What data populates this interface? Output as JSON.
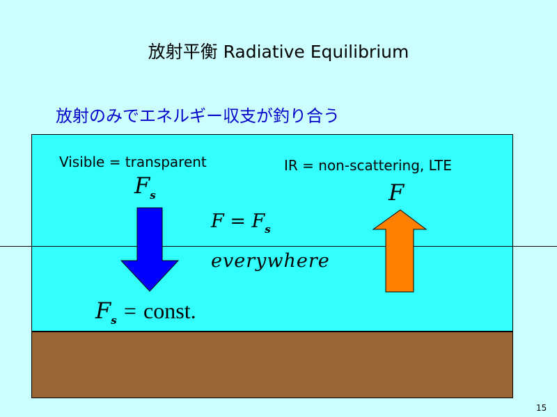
{
  "title": "放射平衡 Radiative Equilibrium",
  "subtitle": "放射のみでエネルギー収支が釣り合う",
  "labels": {
    "visible": "Visible = transparent",
    "ir": "IR = non-scattering, LTE"
  },
  "math": {
    "fs_symbol": "F",
    "fs_subscript": "s",
    "f_symbol": "F",
    "equation_lhs": "F",
    "equation_eq": "=",
    "equation_rhs": "F",
    "equation_rhs_sub": "s",
    "everywhere": "everywhere",
    "surface_lhs": "F",
    "surface_lhs_sub": "s",
    "surface_eq": "=",
    "surface_rhs": "const."
  },
  "colors": {
    "background": "#ccffff",
    "atmosphere": "#33ffff",
    "ground": "#996633",
    "down_arrow": "#0000ff",
    "up_arrow": "#ff8000",
    "subtitle": "#0000cc"
  },
  "page_number": "15"
}
